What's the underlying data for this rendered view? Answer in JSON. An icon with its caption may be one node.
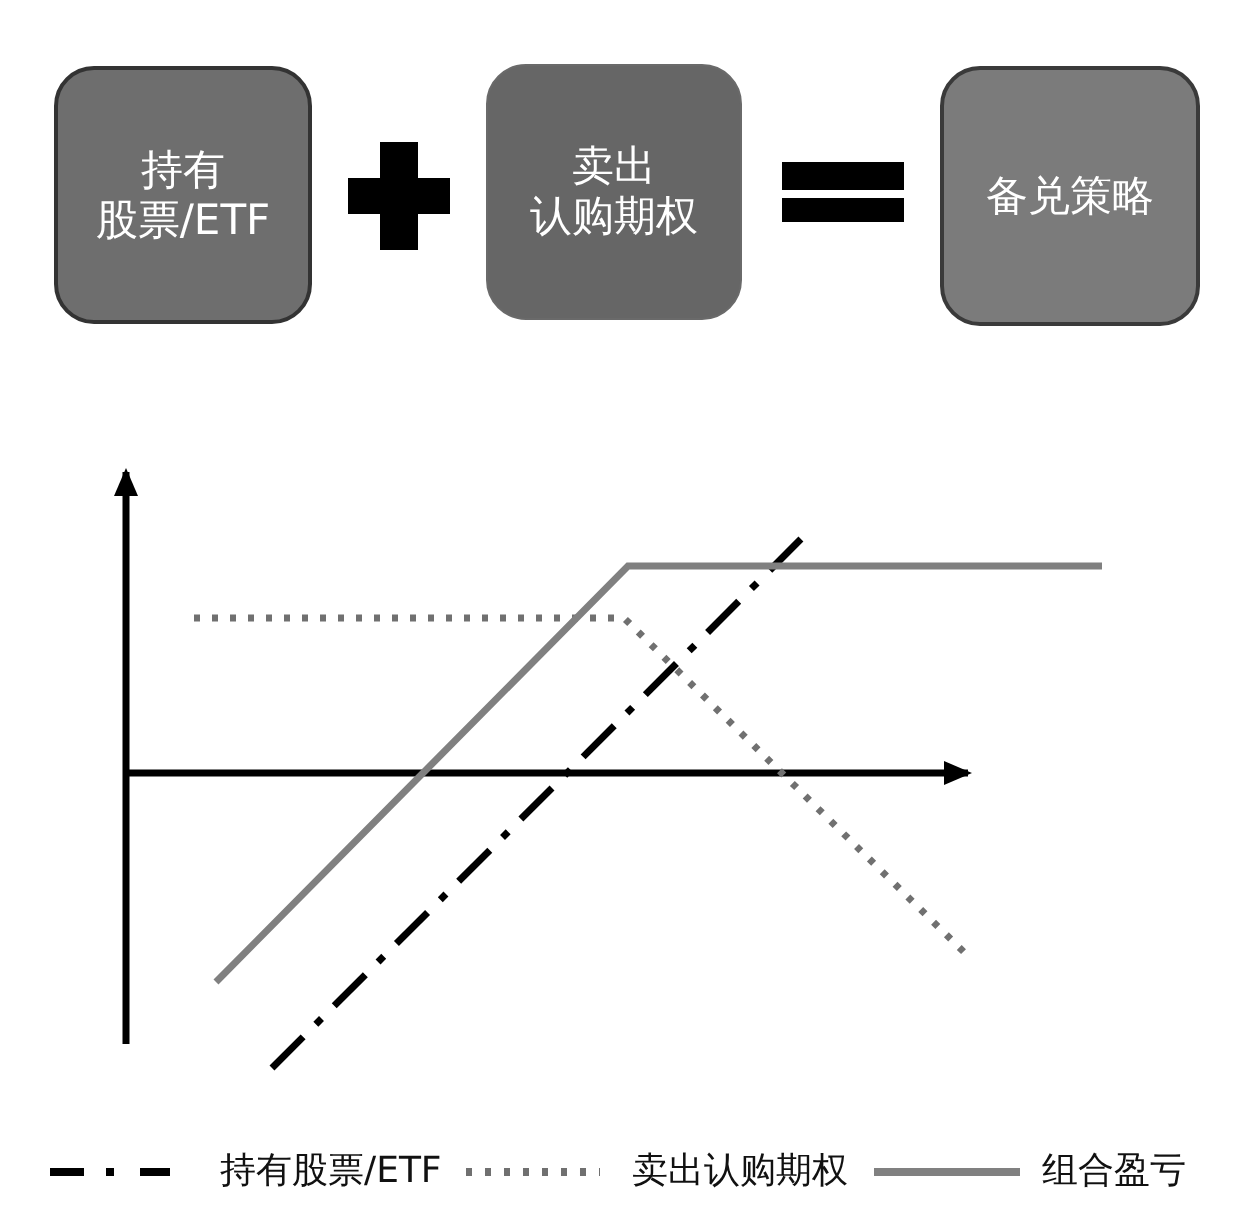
{
  "diagram": {
    "nodes": [
      {
        "text": [
          "持有股票/ETF"
        ]
      },
      {
        "text": [
          "卖出认购期权"
        ]
      },
      {
        "text": [
          "备兑策略"
        ]
      }
    ],
    "legend": [
      {
        "text": "持有股票/ETF"
      },
      {
        "text": "卖出认购期权"
      },
      {
        "text": "组合盈亏"
      }
    ]
  }
}
